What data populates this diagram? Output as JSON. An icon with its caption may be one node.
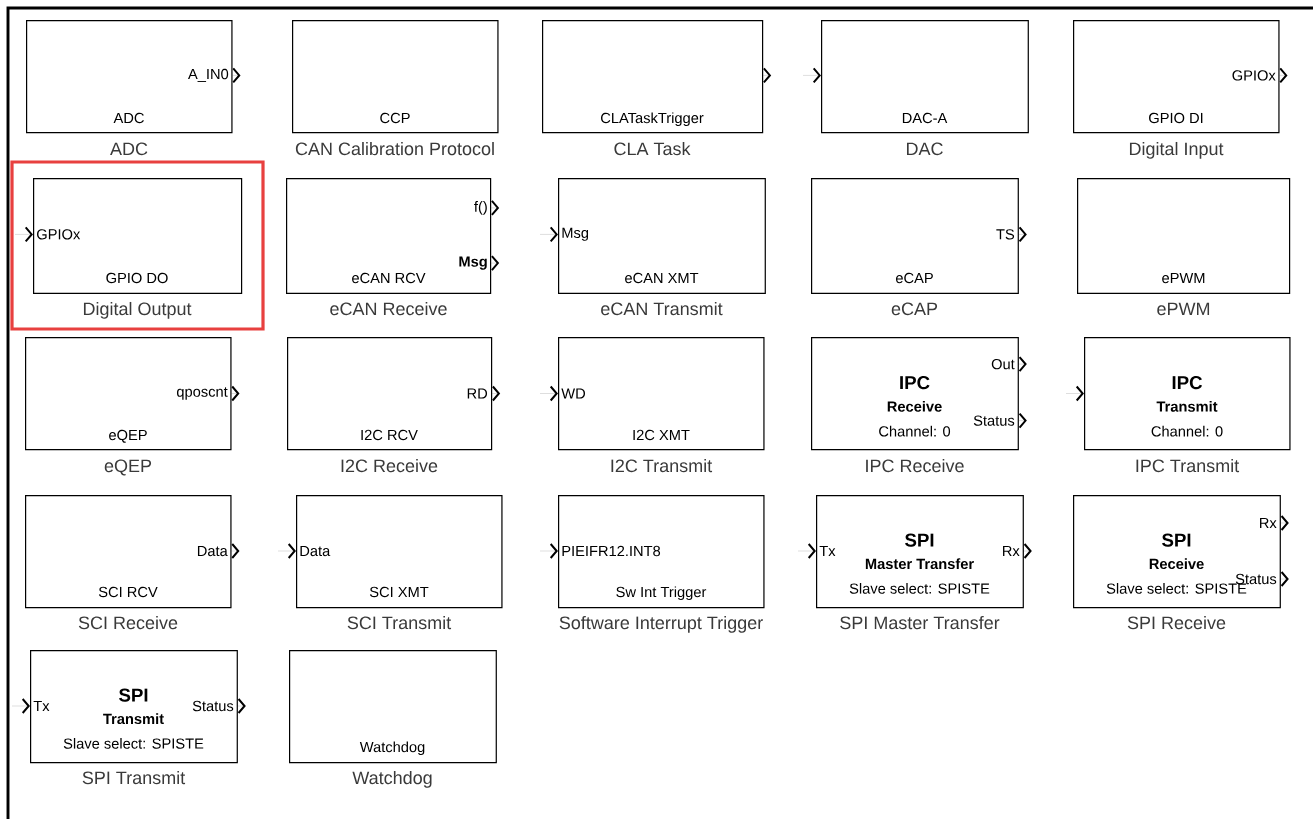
{
  "diagram": {
    "nodes": [
      {
        "text": [
          "A_IN0",
          "ADC"
        ],
        "beside": [
          "ADC"
        ]
      },
      {
        "text": [
          "CCP"
        ],
        "beside": [
          "CAN Calibration Protocol"
        ]
      },
      {
        "text": [
          "CLATaskTrigger"
        ],
        "beside": [
          "CLA Task"
        ]
      },
      {
        "text": [
          "DAC-A"
        ],
        "beside": [
          "DAC"
        ]
      },
      {
        "text": [
          "GPIOx",
          "GPIO DI"
        ],
        "beside": [
          "Digital Input"
        ]
      },
      {
        "text": [
          "GPIOx",
          "GPIO DO"
        ],
        "beside": [
          "Digital Output"
        ]
      },
      {
        "text": [
          "f()",
          "Msg",
          "eCAN RCV"
        ],
        "beside": [
          "eCAN Receive"
        ]
      },
      {
        "text": [
          "Msg",
          "eCAN XMT"
        ],
        "beside": [
          "eCAN Transmit"
        ]
      },
      {
        "text": [
          "TS",
          "eCAP"
        ],
        "beside": [
          "eCAP"
        ]
      },
      {
        "text": [
          "ePWM"
        ],
        "beside": [
          "ePWM"
        ]
      },
      {
        "text": [
          "qposcnt",
          "eQEP"
        ],
        "beside": [
          "eQEP"
        ]
      },
      {
        "text": [
          "RD",
          "I2C RCV"
        ],
        "beside": [
          "I2C Receive"
        ]
      },
      {
        "text": [
          "WD",
          "I2C XMT"
        ],
        "beside": [
          "I2C Transmit"
        ]
      },
      {
        "text": [
          "IPC",
          "Receive",
          "Channel: 0",
          "Out",
          "Status"
        ],
        "beside": [
          "IPC Receive"
        ]
      },
      {
        "text": [
          "IPC",
          "Transmit",
          "Channel: 0"
        ],
        "beside": [
          "IPC Transmit"
        ]
      },
      {
        "text": [
          "Data",
          "SCI RCV"
        ],
        "beside": [
          "SCI Receive"
        ]
      },
      {
        "text": [
          "Data",
          "SCI XMT"
        ],
        "beside": [
          "SCI Transmit"
        ]
      },
      {
        "text": [
          "PIEIFR12.INT8",
          "Sw Int Trigger"
        ],
        "beside": [
          "Software Interrupt Trigger"
        ]
      },
      {
        "text": [
          "Tx",
          "SPI",
          "Master Transfer",
          "Slave select: SPISTE",
          "Rx"
        ],
        "beside": [
          "SPI Master Transfer"
        ]
      },
      {
        "text": [
          "Rx",
          "SPI",
          "Receive",
          "Slave select: SPISTE",
          "Status"
        ],
        "beside": [
          "SPI Receive"
        ]
      },
      {
        "text": [
          "Tx",
          "SPI",
          "Transmit",
          "Slave select: SPISTE",
          "Status"
        ],
        "beside": [
          "SPI Transmit"
        ]
      },
      {
        "text": [
          "Watchdog"
        ],
        "beside": [
          "Watchdog"
        ]
      }
    ],
    "edges": [
      {
        "from": 0,
        "to": null,
        "arrow": "to"
      },
      {
        "from": 2,
        "to": null,
        "arrow": "to"
      },
      {
        "from": null,
        "to": 3,
        "arrow": "to"
      },
      {
        "from": 4,
        "to": null,
        "arrow": "to"
      },
      {
        "from": null,
        "to": 5,
        "arrow": "to"
      },
      {
        "from": 6,
        "to": null,
        "arrow": "to"
      },
      {
        "from": 6,
        "to": null,
        "arrow": "to"
      },
      {
        "from": null,
        "to": 7,
        "arrow": "to"
      },
      {
        "from": 8,
        "to": null,
        "arrow": "to"
      },
      {
        "from": 10,
        "to": null,
        "arrow": "to"
      },
      {
        "from": 11,
        "to": null,
        "arrow": "to"
      },
      {
        "from": null,
        "to": 12,
        "arrow": "to"
      },
      {
        "from": 13,
        "to": null,
        "arrow": "to"
      },
      {
        "from": 13,
        "to": null,
        "arrow": "to"
      },
      {
        "from": null,
        "to": 14,
        "arrow": "to"
      },
      {
        "from": 15,
        "to": null,
        "arrow": "to"
      },
      {
        "from": null,
        "to": 16,
        "arrow": "to"
      },
      {
        "from": null,
        "to": 17,
        "arrow": "to"
      },
      {
        "from": null,
        "to": 18,
        "arrow": "to"
      },
      {
        "from": 18,
        "to": null,
        "arrow": "to"
      },
      {
        "from": 19,
        "to": null,
        "arrow": "to"
      },
      {
        "from": 19,
        "to": null,
        "arrow": "to"
      },
      {
        "from": null,
        "to": 20,
        "arrow": "to"
      },
      {
        "from": 20,
        "to": null,
        "arrow": "to"
      }
    ]
  }
}
